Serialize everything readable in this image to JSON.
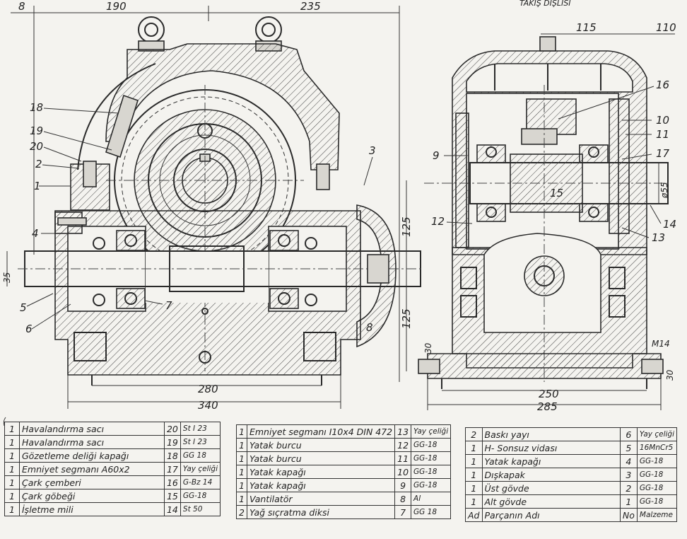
{
  "header_text": "TAKIŞ DİŞLİSİ",
  "dimensions": {
    "d8": "8",
    "d190": "190",
    "d235": "235",
    "d115": "115",
    "d110": "110",
    "d280": "280",
    "d340": "340",
    "d250": "250",
    "d285": "285",
    "d125a": "125",
    "d125b": "125",
    "d35": "35",
    "d30a": "30",
    "d30b": "30",
    "d55": "ø55",
    "m14": "M14"
  },
  "callouts": {
    "c18": "18",
    "c19": "19",
    "c20": "20",
    "c2": "2",
    "c1": "1",
    "c4": "4",
    "c5": "5",
    "c6": "6",
    "c7": "7",
    "c8": "8",
    "c3": "3",
    "c16": "16",
    "c10": "10",
    "c11": "11",
    "c9": "9",
    "c17": "17",
    "c15": "15",
    "c12": "12",
    "c13": "13",
    "c14": "14"
  },
  "parts_tables": [
    [
      {
        "qty": "1",
        "name": "Havalandırma sacı",
        "no": "20",
        "mat": "St I 23"
      },
      {
        "qty": "1",
        "name": "Havalandırma sacı",
        "no": "19",
        "mat": "St I 23"
      },
      {
        "qty": "1",
        "name": "Gözetleme deliği kapağı",
        "no": "18",
        "mat": "GG 18"
      },
      {
        "qty": "1",
        "name": "Emniyet segmanı A60x2",
        "no": "17",
        "mat": "Yay çeliği"
      },
      {
        "qty": "1",
        "name": "Çark çemberi",
        "no": "16",
        "mat": "G-Bz 14"
      },
      {
        "qty": "1",
        "name": "Çark göbeği",
        "no": "15",
        "mat": "GG-18"
      },
      {
        "qty": "1",
        "name": "İşletme mili",
        "no": "14",
        "mat": "St 50"
      }
    ],
    [
      {
        "qty": "1",
        "name": "Emniyet segmanı I10x4 DIN 472",
        "no": "13",
        "mat": "Yay çeliği"
      },
      {
        "qty": "1",
        "name": "Yatak burcu",
        "no": "12",
        "mat": "GG-18"
      },
      {
        "qty": "1",
        "name": "Yatak burcu",
        "no": "11",
        "mat": "GG-18"
      },
      {
        "qty": "1",
        "name": "Yatak kapağı",
        "no": "10",
        "mat": "GG-18"
      },
      {
        "qty": "1",
        "name": "Yatak kapağı",
        "no": "9",
        "mat": "GG-18"
      },
      {
        "qty": "1",
        "name": "Vantilatör",
        "no": "8",
        "mat": "Al"
      },
      {
        "qty": "2",
        "name": "Yağ sıçratma diksi",
        "no": "7",
        "mat": "GG 18"
      }
    ],
    [
      {
        "qty": "2",
        "name": "Baskı yayı",
        "no": "6",
        "mat": "Yay çeliği"
      },
      {
        "qty": "1",
        "name": "H- Sonsuz vidası",
        "no": "5",
        "mat": "16MnCr5"
      },
      {
        "qty": "1",
        "name": "Yatak kapağı",
        "no": "4",
        "mat": "GG-18"
      },
      {
        "qty": "1",
        "name": "Dışkapak",
        "no": "3",
        "mat": "GG-18"
      },
      {
        "qty": "1",
        "name": "Üst gövde",
        "no": "2",
        "mat": "GG-18"
      },
      {
        "qty": "1",
        "name": "Alt gövde",
        "no": "1",
        "mat": "GG-18"
      },
      {
        "qty": "Ad",
        "name": "Parçanın Adı",
        "no": "No",
        "mat": "Malzeme"
      }
    ]
  ]
}
